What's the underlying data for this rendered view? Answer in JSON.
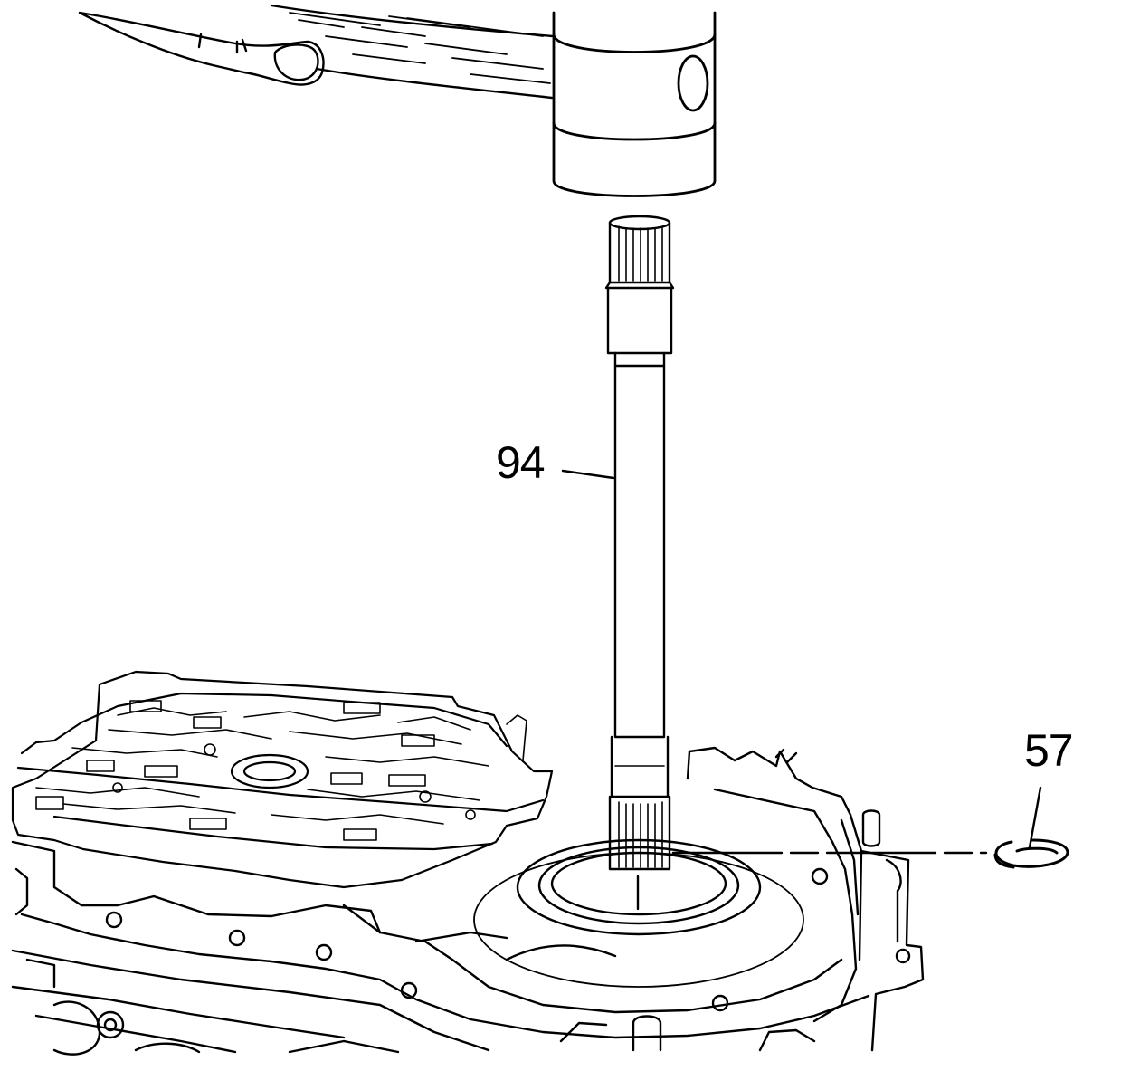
{
  "callouts": [
    {
      "id": "axle-shaft",
      "text": "94"
    },
    {
      "id": "retaining-ring",
      "text": "57"
    }
  ],
  "colors": {
    "ink": "#000000",
    "paper": "#ffffff"
  }
}
